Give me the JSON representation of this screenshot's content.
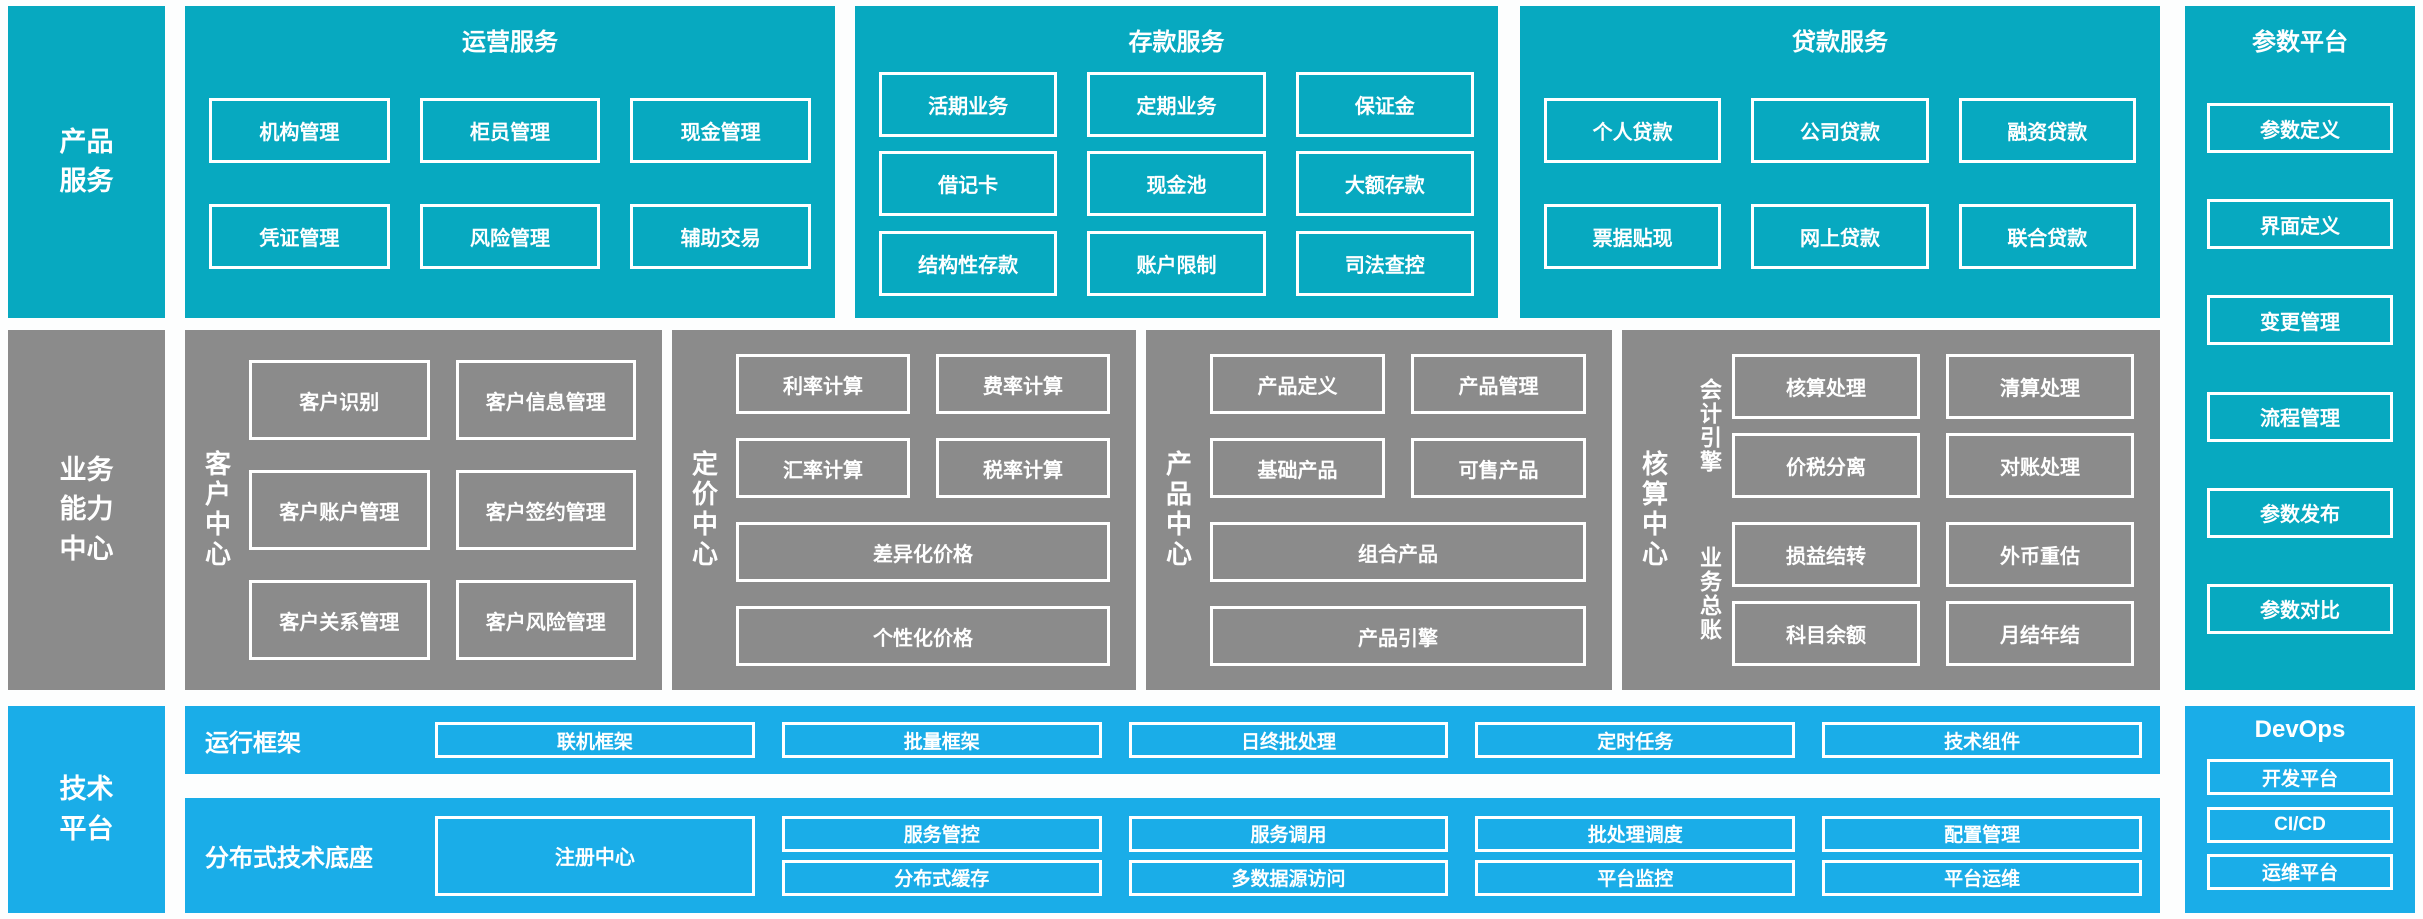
{
  "colors": {
    "teal": "#07a9c0",
    "gray": "#8b8b8b",
    "blue": "#1aade8",
    "box_border": "#ffffff",
    "text": "#ffffff",
    "background": "#fdfefe"
  },
  "left_labels": {
    "product": "产品\n服务",
    "business": "业务\n能力\n中心",
    "tech": "技术\n平台"
  },
  "top": {
    "sections": [
      {
        "title": "运营服务",
        "items": [
          "机构管理",
          "柜员管理",
          "现金管理",
          "凭证管理",
          "风险管理",
          "辅助交易"
        ]
      },
      {
        "title": "存款服务",
        "items": [
          "活期业务",
          "定期业务",
          "保证金",
          "借记卡",
          "现金池",
          "大额存款",
          "结构性存款",
          "账户限制",
          "司法查控"
        ]
      },
      {
        "title": "贷款服务",
        "items": [
          "个人贷款",
          "公司贷款",
          "融资贷款",
          "票据贴现",
          "网上贷款",
          "联合贷款"
        ]
      }
    ]
  },
  "param_platform": {
    "title": "参数平台",
    "items": [
      "参数定义",
      "界面定义",
      "变更管理",
      "流程管理",
      "参数发布",
      "参数对比"
    ]
  },
  "middle": {
    "customer": {
      "label": "客户中心",
      "items": [
        "客户识别",
        "客户信息管理",
        "客户账户管理",
        "客户签约管理",
        "客户关系管理",
        "客户风险管理"
      ]
    },
    "pricing": {
      "label": "定价中心",
      "grid": [
        "利率计算",
        "费率计算",
        "汇率计算",
        "税率计算"
      ],
      "wide": [
        "差异化价格",
        "个性化价格"
      ]
    },
    "product": {
      "label": "产品中心",
      "grid": [
        "产品定义",
        "产品管理",
        "基础产品",
        "可售产品"
      ],
      "wide": [
        "组合产品",
        "产品引擎"
      ]
    },
    "accounting": {
      "label": "核算中心",
      "groups": [
        {
          "label": "会计引擎",
          "items": [
            "核算处理",
            "清算处理",
            "价税分离",
            "对账处理"
          ]
        },
        {
          "label": "业务总账",
          "items": [
            "损益结转",
            "外币重估",
            "科目余额",
            "月结年结"
          ]
        }
      ]
    }
  },
  "bottom": {
    "runtime": {
      "label": "运行框架",
      "items": [
        "联机框架",
        "批量框架",
        "日终批处理",
        "定时任务",
        "技术组件"
      ]
    },
    "distributed": {
      "label": "分布式技术底座",
      "big": "注册中心",
      "row1": [
        "服务管控",
        "服务调用",
        "批处理调度",
        "配置管理"
      ],
      "row2": [
        "分布式缓存",
        "多数据源访问",
        "平台监控",
        "平台运维"
      ]
    },
    "devops": {
      "title": "DevOps",
      "items": [
        "开发平台",
        "CI/CD",
        "运维平台"
      ]
    }
  }
}
